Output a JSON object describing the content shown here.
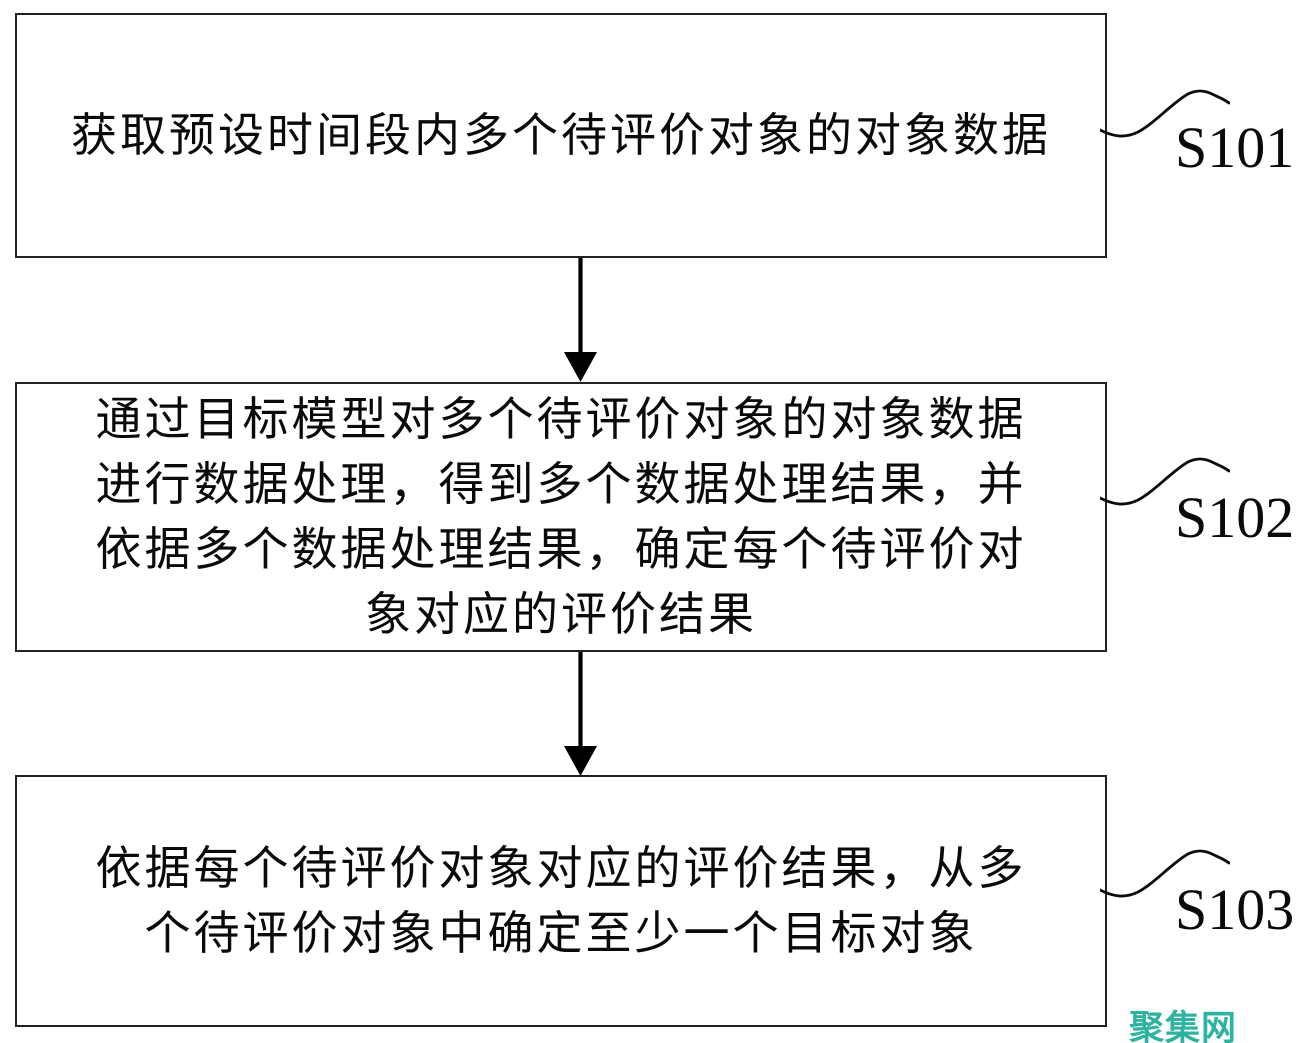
{
  "figure": {
    "type": "flowchart",
    "background_color": "#ffffff",
    "box_border_color": "#222222",
    "line_color": "#000000",
    "text_color": "#0a0a0a",
    "steps": [
      {
        "label": "S101",
        "text": "获取预设时间段内多个待评价对象的对象数据"
      },
      {
        "label": "S102",
        "text": "通过目标模型对多个待评价对象的对象数据进行数据处理，得到多个数据处理结果，并依据多个数据处理结果，确定每个待评价对象对应的评价结果"
      },
      {
        "label": "S103",
        "text": "依据每个待评价对象对应的评价结果，从多个待评价对象中确定至少一个目标对象"
      }
    ],
    "connectors": [
      {
        "from": "S101",
        "to": "S102",
        "type": "arrow-down"
      },
      {
        "from": "S102",
        "to": "S103",
        "type": "arrow-down"
      }
    ],
    "watermark": {
      "text": "聚集网",
      "color": "#2eb3a1"
    }
  }
}
